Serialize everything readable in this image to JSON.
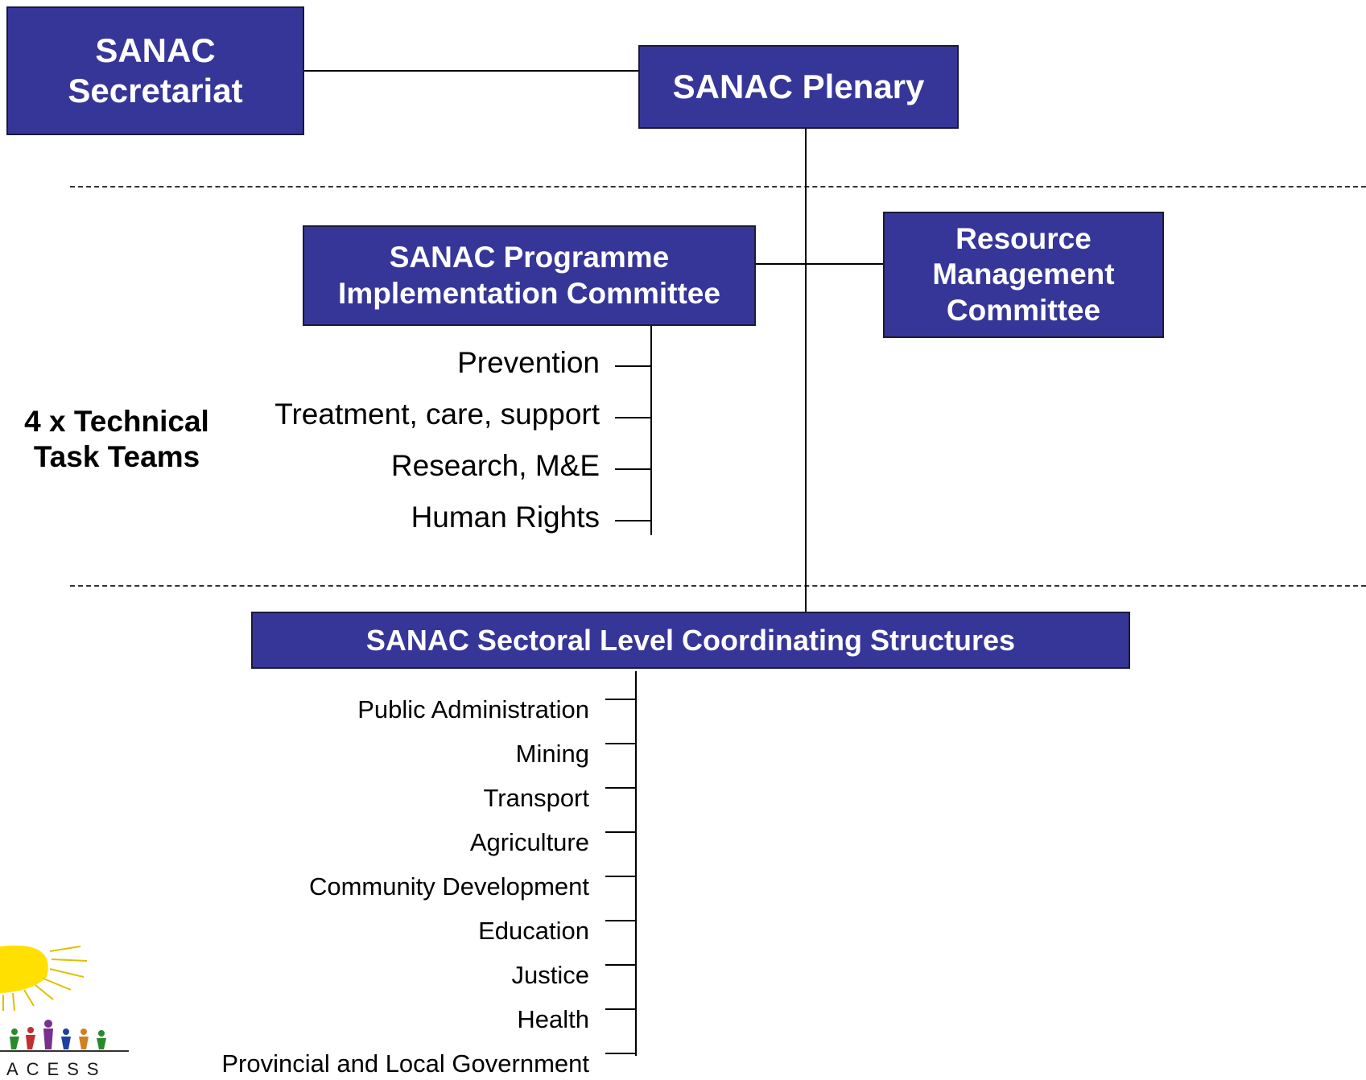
{
  "boxes": {
    "secretariat": {
      "line1": "SANAC",
      "line2": "Secretariat"
    },
    "plenary": {
      "label": "SANAC Plenary"
    },
    "pic": {
      "line1": "SANAC Programme",
      "line2": "Implementation Committee"
    },
    "rmc": {
      "line1": "Resource",
      "line2": "Management",
      "line3": "Committee"
    },
    "sectoral": {
      "label": "SANAC Sectoral Level Coordinating Structures"
    }
  },
  "task_teams": {
    "title_line1": "4 x Technical",
    "title_line2": "Task Teams",
    "items": [
      "Prevention",
      "Treatment, care, support",
      "Research, M&E",
      "Human Rights"
    ]
  },
  "sectors": {
    "items": [
      "Public Administration",
      "Mining",
      "Transport",
      "Agriculture",
      "Community Development",
      "Education",
      "Justice",
      "Health",
      "Provincial and Local Government"
    ]
  },
  "logo": {
    "text": "ACESS"
  },
  "colors": {
    "box_fill": "#363699",
    "box_text": "#ffffff",
    "lines": "#000000"
  }
}
